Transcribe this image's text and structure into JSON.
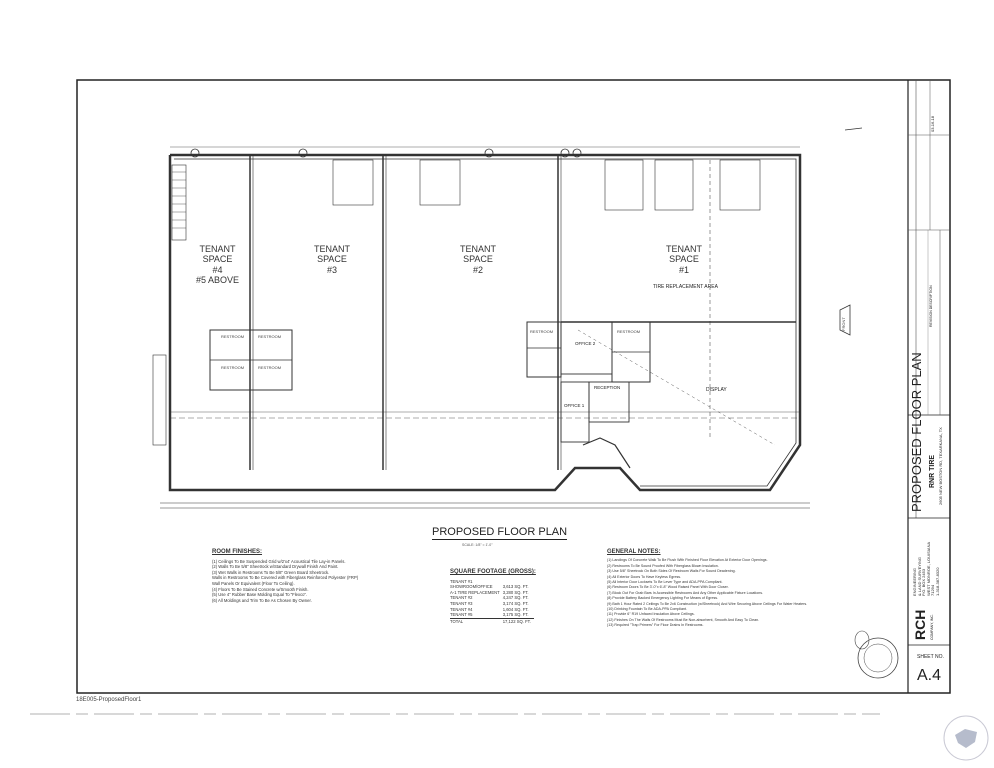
{
  "drawing": {
    "title": "PROPOSED FLOOR PLAN",
    "scale": "SCALE: 1/8\" = 1'-0\"",
    "file_label": "18E005-ProposedFloor1",
    "rooms": {
      "tenant4": [
        "TENANT",
        "SPACE",
        "#4",
        "#5 ABOVE"
      ],
      "tenant3": [
        "TENANT",
        "SPACE",
        "#3"
      ],
      "tenant2": [
        "TENANT",
        "SPACE",
        "#2"
      ],
      "tenant1": [
        "TENANT",
        "SPACE",
        "#1"
      ],
      "tire_area": "TIRE REPLACEMENT AREA",
      "display": "DISPLAY",
      "office1": "OFFICE 1",
      "office2": "OFFICE 2",
      "reception": "RECEPTION",
      "restroom": "RESTROOM",
      "front": "FRONT"
    }
  },
  "room_finishes": {
    "heading": "ROOM FINISHES:",
    "items": [
      "(1)  Ceilings To Be Suspended Grid w/2'x4' Acoustical Tile Lay-in Panels.",
      "(2)  Walls To Be 5/8\" Sheetrock w/Standard Drywall Finish And Paint.",
      "(3)  Wet Walls in Restrooms To Be 5/8\" Green Board Sheetrock.",
      "      Walls in Restrooms To Be Covered with Fiberglass Reinforced Polyester (FRP)",
      "      Wall Panels Or Equivalent (Floor To Ceiling).",
      "(4)  Floors To Be Stained Concrete w/Smooth Finish.",
      "(5)  Use 4\" Rubber Base Molding Equal To \"Flexco\".",
      "(6)  All Moldings and Trim To Be As Chosen By Owner."
    ]
  },
  "square_footage": {
    "heading": "SQUARE FOOTAGE (GROSS):",
    "rows": [
      {
        "label": "TENANT #1",
        "value": ""
      },
      {
        "label": "SHOWROOM/OFFICE",
        "value": "3,613 SQ. FT."
      },
      {
        "label": "A-1 TIRE REPLACEMENT",
        "value": "3,280 SQ. FT."
      },
      {
        "label": "TENANT #2",
        "value": "4,247 SQ. FT."
      },
      {
        "label": "TENANT #3",
        "value": "3,174 SQ. FT."
      },
      {
        "label": "TENANT #4",
        "value": "1,604 SQ. FT."
      },
      {
        "label": "TENANT #5",
        "value": "3,175 SQ. FT."
      }
    ],
    "total_label": "TOTAL",
    "total_value": "17,122 SQ. FT."
  },
  "general_notes": {
    "heading": "GENERAL NOTES:",
    "items": [
      "(1)  Landings Of Concrete Walk To Be Flush With Finished Floor Elevation At Exterior Door Openings.",
      "(2)  Restrooms To Be Sound Proofed With Fiberglass Blown Insulation.",
      "(3)  Use 5/8\" Sheetrock On Both Sides Of Restroom Walls For Sound Deadening.",
      "(4)  All Exterior Doors To Have Keyless Egress.",
      "(5)  All Interior Door Locksets To Be Lever Type and ADA-PPA Compliant.",
      "(6)  Restroom Doors To Be 3'-0\"x 6'-8\" Wood Raised Panel With Door Closer.",
      "(7)  Block Out For Grab Bars In Accessible Restrooms And Any Other Applicable Fixture Locations.",
      "(8)  Provide Battery Backed Emergency Lighting For Means of Egress.",
      "(9)  Bath 1 Hour Rated 2 Ceilings To Be 2x6 Construction (w/Sheetrock) And Wire Securing Above Ceilings For Water Heaters.",
      "(10) Drinking Fountain To Be ADA-PPA Compliant.",
      "(11) Provide 6\" R19 Unfaced Insulation Above Ceilings.",
      "(12) Finishes On The Walls Of Restrooms Must Be Non-absorbent, Smooth And Easy To Clean.",
      "(13) Required \"Trap Primers\" For Floor Drains In Restrooms."
    ]
  },
  "title_block": {
    "sheet_title": "PROPOSED FLOOR PLAN",
    "project": "RNR TIRE",
    "address": "2605 NEW BOSTON RD, TEXARKANA, TX",
    "firm_logo": "RCH",
    "firm_name": "COMPANY, INC.",
    "firm_lines": [
      "ENGINEERING",
      "& LAND SURVEYING",
      "P.O. BOX 2453",
      "WEST MONROE, LOUISIANA",
      "71294",
      "1-318-387-8320"
    ],
    "date": "03-16-18",
    "revision_header": "REVISION DESCRIPTION",
    "sheet_no_label": "SHEET NO.",
    "sheet_no": "A.4"
  },
  "colors": {
    "ink": "#222222",
    "paper": "#ffffff"
  }
}
